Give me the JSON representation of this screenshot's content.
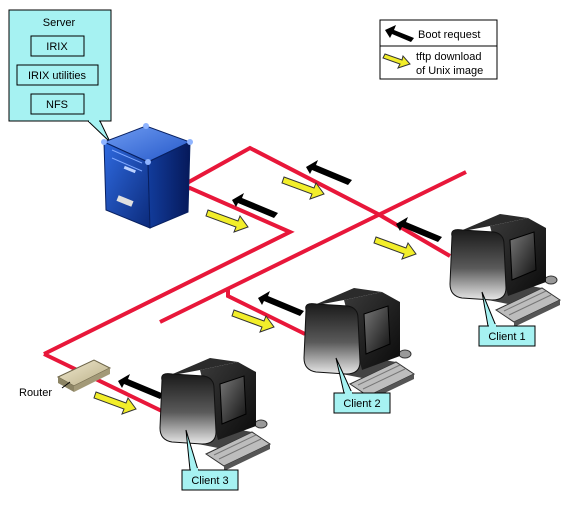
{
  "server": {
    "title": "Server",
    "items": [
      "IRIX",
      "IRIX utilities",
      "NFS"
    ]
  },
  "legend": {
    "boot_request": "Boot request",
    "tftp_line1": "tftp download",
    "tftp_line2": "of Unix image"
  },
  "router_label": "Router",
  "clients": [
    "Client 1",
    "Client 2",
    "Client 3"
  ],
  "colors": {
    "network_line": "#e8173a",
    "callout_fill": "#a6f2f2",
    "tftp_arrow": "#f2ee2a",
    "boot_arrow": "#000000",
    "server_body": "#1c4db5"
  }
}
